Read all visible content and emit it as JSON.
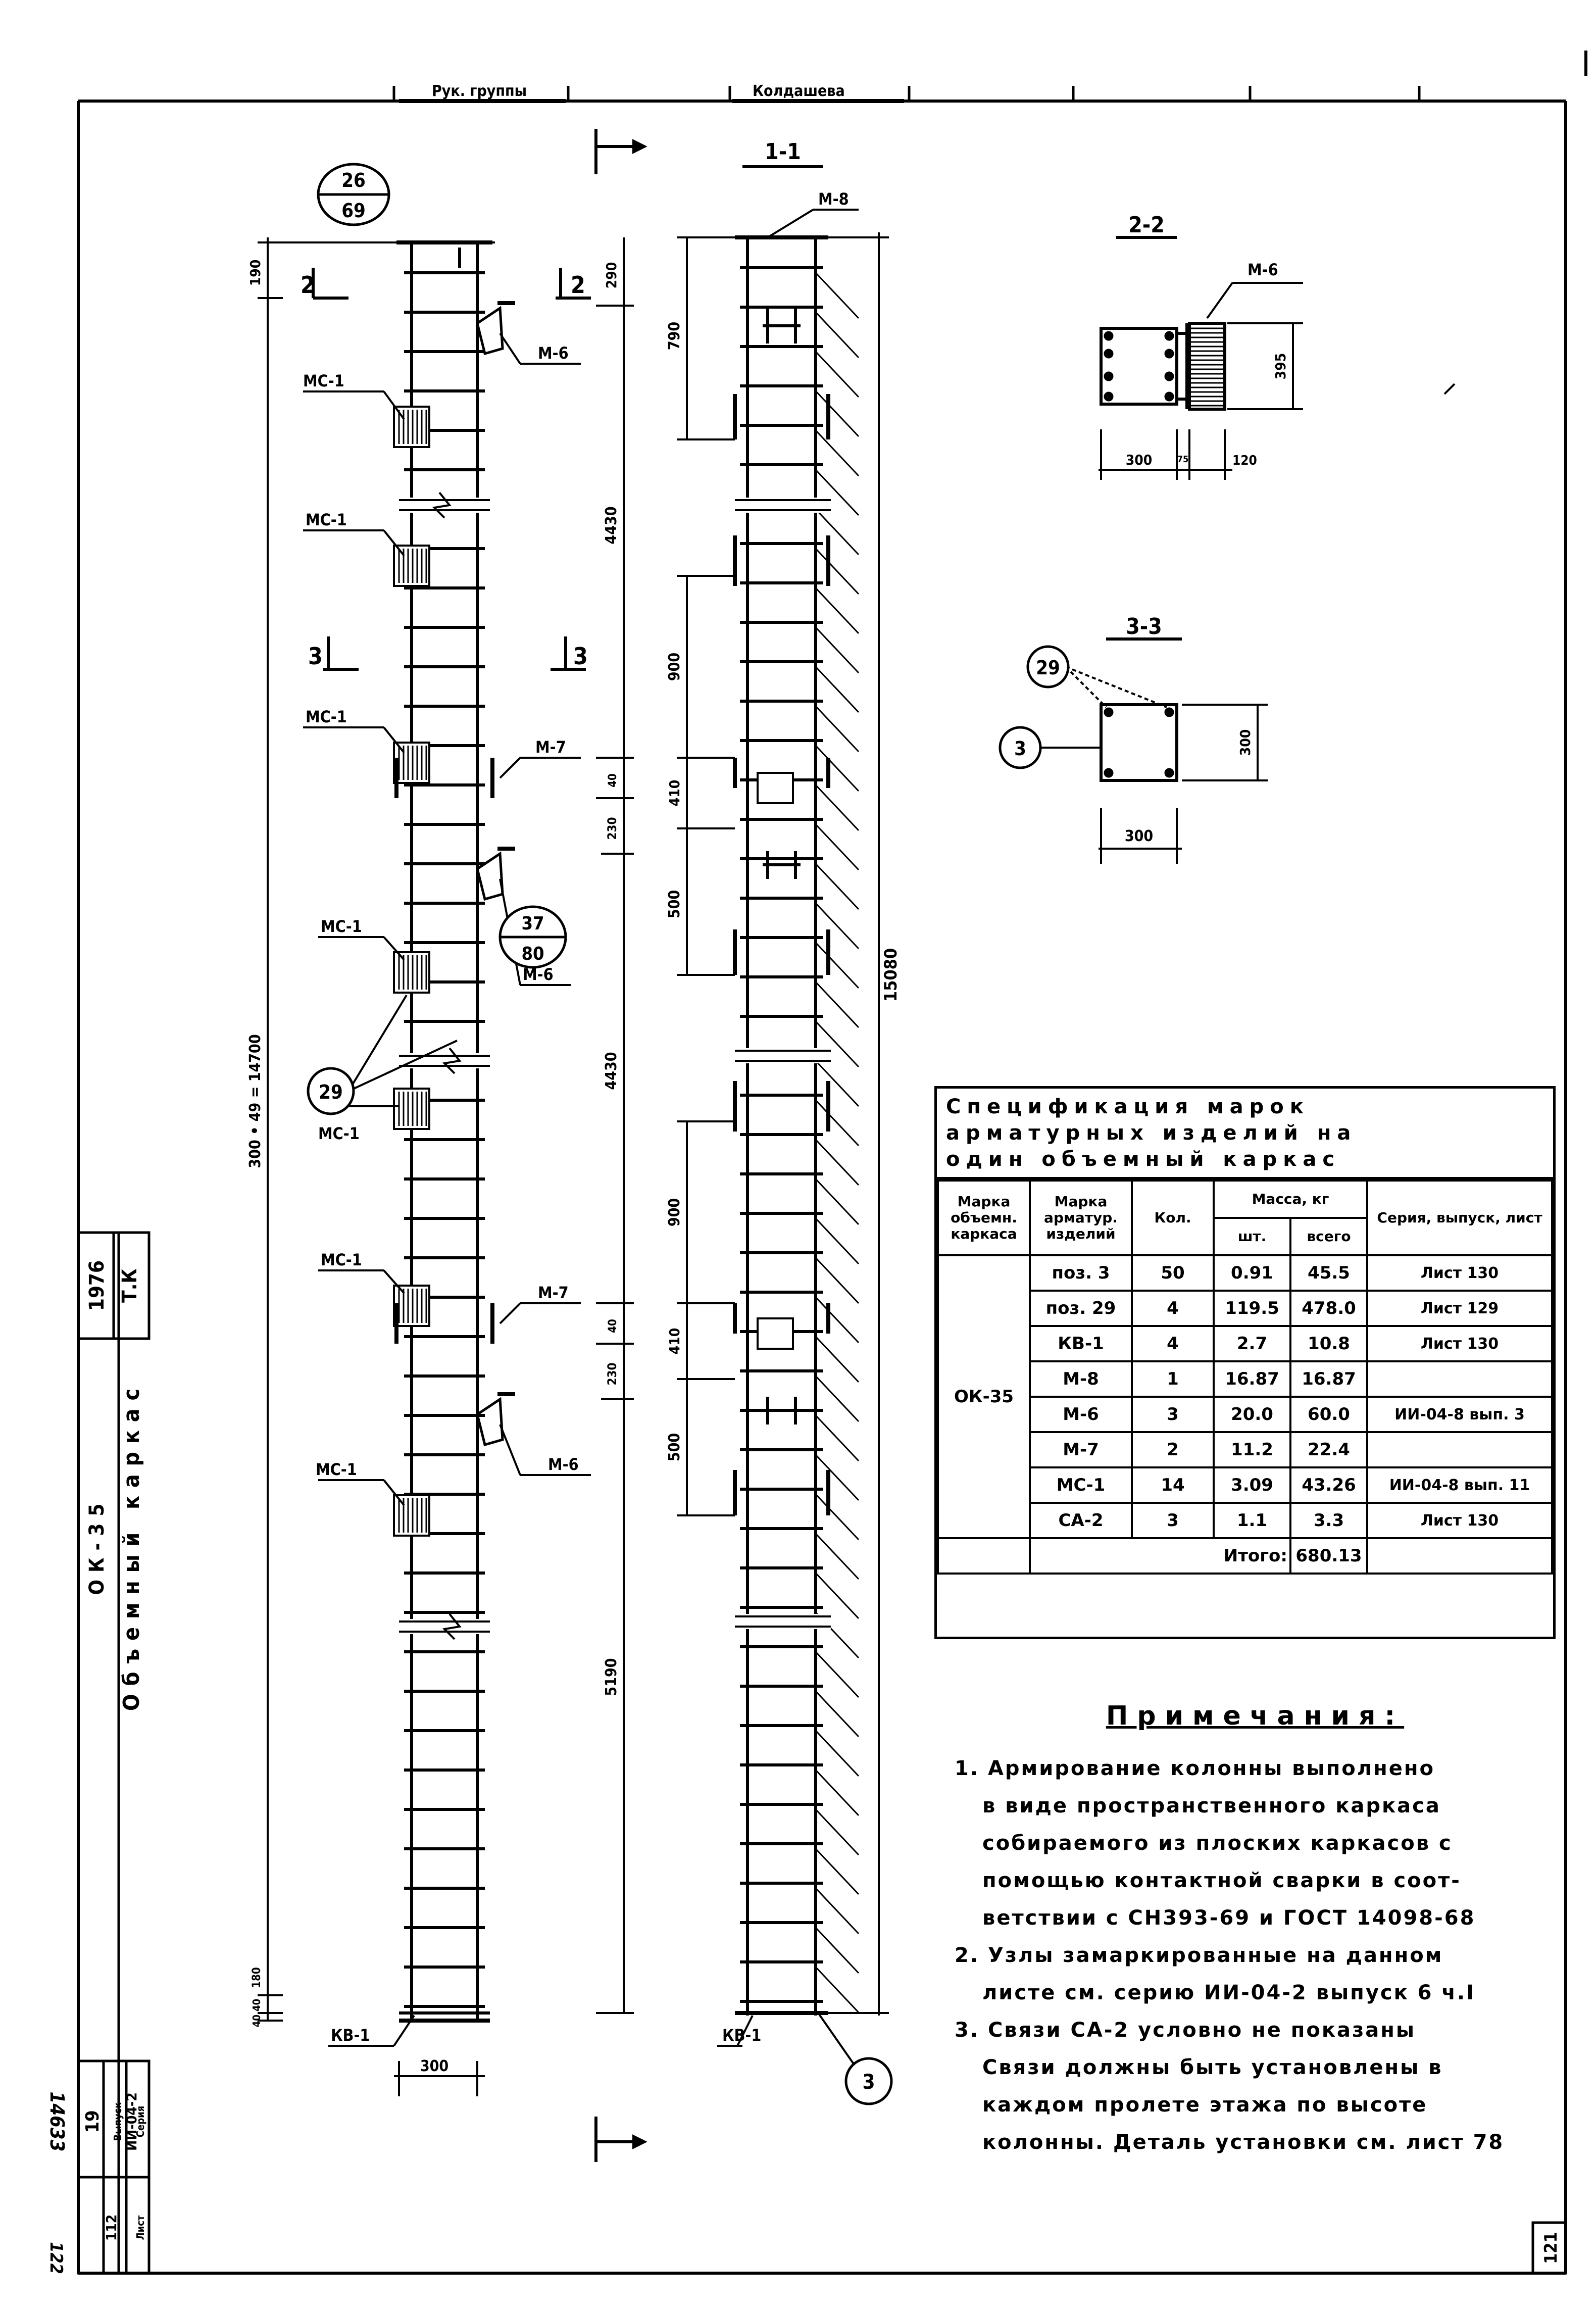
{
  "title_block_top": {
    "left": "Рук. группы",
    "right": "Колдашева"
  },
  "stamp": {
    "org": "Т.К",
    "year": "1976"
  },
  "drawing_title": {
    "line1": "Объемный каркас",
    "line2": "ОК-35"
  },
  "series_block": {
    "series_label": "Серия",
    "series_value": "ИИ-04-2",
    "issue_label": "Выпуск",
    "issue_value": "19",
    "sheet_label": "Лист",
    "sheet_value": "112"
  },
  "margin_numbers": {
    "archive": "14633",
    "page": "122"
  },
  "corner_sheet": "121",
  "section_labels": {
    "s11": "1-1",
    "s22": "2-2",
    "s33": "3-3"
  },
  "callouts": {
    "c1": {
      "top": "26",
      "bottom": "69"
    },
    "c2": {
      "top": "37",
      "bottom": "80"
    },
    "p29": "29",
    "p3": "3"
  },
  "left_view": {
    "labels": {
      "mc1": "МС-1",
      "m6": "М-6",
      "m7": "М-7",
      "kv1": "КВ-1",
      "cut2": "2",
      "cut3": "3"
    },
    "dims": {
      "d190": "190",
      "d290": "290",
      "d4430": "4430",
      "d5190": "5190",
      "d14700": "300 • 49 = 14700",
      "d300": "300",
      "d230": "230",
      "d40": "40",
      "d180": "180",
      "d40b": "40 40"
    }
  },
  "section_11": {
    "labels": {
      "m8": "М-8",
      "kv1": "КВ-1"
    },
    "dims": {
      "d790": "790",
      "d900": "900",
      "d410": "410",
      "d500": "500",
      "d15080": "15080"
    }
  },
  "section_22": {
    "m6": "М-6",
    "d395": "395",
    "d300": "300",
    "d75": "75",
    "d120": "120"
  },
  "section_33": {
    "d300w": "300",
    "d300h": "300"
  },
  "spec": {
    "title": "Спецификация марок\nарматурных изделий на\nодин объемный каркас",
    "headers": {
      "mark_frame": "Марка объемн. каркаса",
      "mark_item": "Марка арматур. изделий",
      "qty": "Кол.",
      "mass": "Масса, кг",
      "mass_unit": "шт.",
      "mass_total": "всего",
      "series": "Серия, выпуск, лист"
    },
    "frame_mark": "ОК-35",
    "rows": [
      {
        "item": "поз. 3",
        "qty": "50",
        "unit": "0.91",
        "total": "45.5",
        "ref": "Лист 130"
      },
      {
        "item": "поз. 29",
        "qty": "4",
        "unit": "119.5",
        "total": "478.0",
        "ref": "Лист 129"
      },
      {
        "item": "КВ-1",
        "qty": "4",
        "unit": "2.7",
        "total": "10.8",
        "ref": "Лист 130"
      },
      {
        "item": "М-8",
        "qty": "1",
        "unit": "16.87",
        "total": "16.87",
        "ref": ""
      },
      {
        "item": "М-6",
        "qty": "3",
        "unit": "20.0",
        "total": "60.0",
        "ref": "ИИ-04-8 вып. 3"
      },
      {
        "item": "М-7",
        "qty": "2",
        "unit": "11.2",
        "total": "22.4",
        "ref": ""
      },
      {
        "item": "МС-1",
        "qty": "14",
        "unit": "3.09",
        "total": "43.26",
        "ref": "ИИ-04-8 вып. 11"
      },
      {
        "item": "СА-2",
        "qty": "3",
        "unit": "1.1",
        "total": "3.3",
        "ref": "Лист 130"
      }
    ],
    "total_label": "Итого:",
    "total_value": "680.13"
  },
  "notes": {
    "title": "Примечания:",
    "lines": [
      "1. Армирование колонны выполнено",
      "в виде пространственного каркаса",
      "собираемого из плоских каркасов с",
      "помощью контактной сварки в соот-",
      "ветствии с СН393-69 и ГОСТ 14098-68",
      "2. Узлы замаркированные на данном",
      "листе см. серию ИИ-04-2 выпуск 6 ч.I",
      "3. Связи СА-2 условно не показаны",
      "Связи должны быть установлены в",
      "каждом пролете этажа по высоте",
      "колонны. Деталь установки см. лист 78"
    ]
  }
}
